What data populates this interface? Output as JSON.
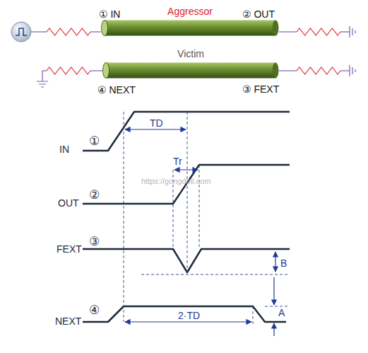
{
  "diagram": {
    "nodes": [
      {
        "text": [
          "Aggressor"
        ]
      },
      {
        "text": [
          "Victim"
        ]
      }
    ],
    "labels": [
      "① IN",
      "② OUT",
      "④ NEXT",
      "③ FEXT",
      "IN",
      "①",
      "TD",
      "OUT",
      "②",
      "Tr",
      "https://gongdoll.com",
      "FEXT",
      "③",
      "B",
      "NEXT",
      "④",
      "2·TD",
      "A"
    ]
  }
}
